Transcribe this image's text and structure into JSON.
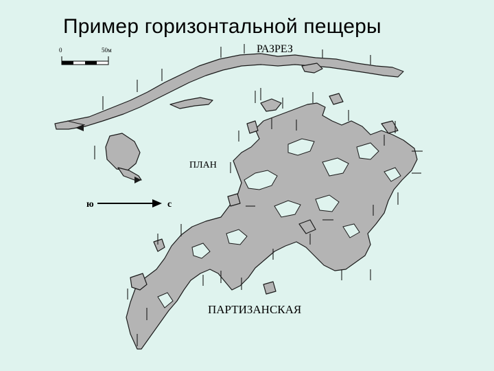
{
  "slide": {
    "title": "Пример горизонтальной пещеры",
    "background": "#dff3ee"
  },
  "map": {
    "section_label": "РАЗРЕЗ",
    "plan_label": "ПЛАН",
    "cave_name": "ПАРТИЗАНСКАЯ",
    "scale": {
      "zero_label": "0",
      "end_label": "50м"
    },
    "orientation": {
      "left_label": "ю",
      "right_label": "с"
    },
    "fill_color": "#b4b4b4",
    "outline_color": "#1a1a1a"
  }
}
